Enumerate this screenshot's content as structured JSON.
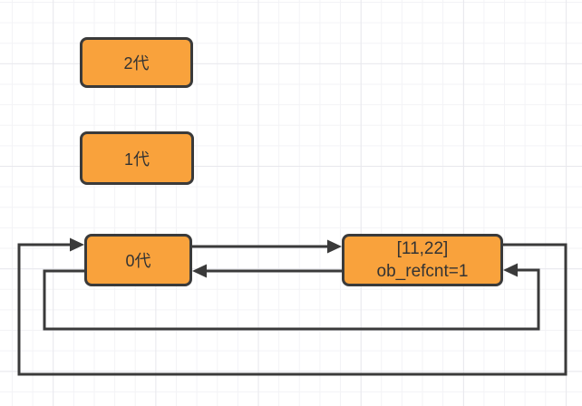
{
  "diagram": {
    "title": "python-gc-generations-diagram",
    "nodes": {
      "gen2": {
        "label": "2代"
      },
      "gen1": {
        "label": "1代"
      },
      "gen0": {
        "label": "0代"
      },
      "list_object": {
        "line1": "[11,22]",
        "line2": "ob_refcnt=1"
      }
    },
    "edges": [
      {
        "name": "edge-gen0-to-list",
        "from": "gen0",
        "to": "list_object",
        "direction": "right"
      },
      {
        "name": "edge-list-to-gen0",
        "from": "list_object",
        "to": "gen0",
        "direction": "left"
      },
      {
        "name": "edge-outer-loop-list-to-gen0",
        "from": "list_object",
        "to": "gen0",
        "direction": "wrap-around-bottom"
      },
      {
        "name": "edge-inner-loop-gen0-to-list",
        "from": "gen0",
        "to": "list_object",
        "direction": "wrap-around-bottom"
      }
    ],
    "colors": {
      "node_fill": "#f9a23c",
      "node_border": "#3a3a3a",
      "connector": "#3a3a3a",
      "text": "#333333",
      "background": "#ffffff",
      "grid_minor": "#f3f3f6",
      "grid_major": "#e8e8ed"
    }
  }
}
